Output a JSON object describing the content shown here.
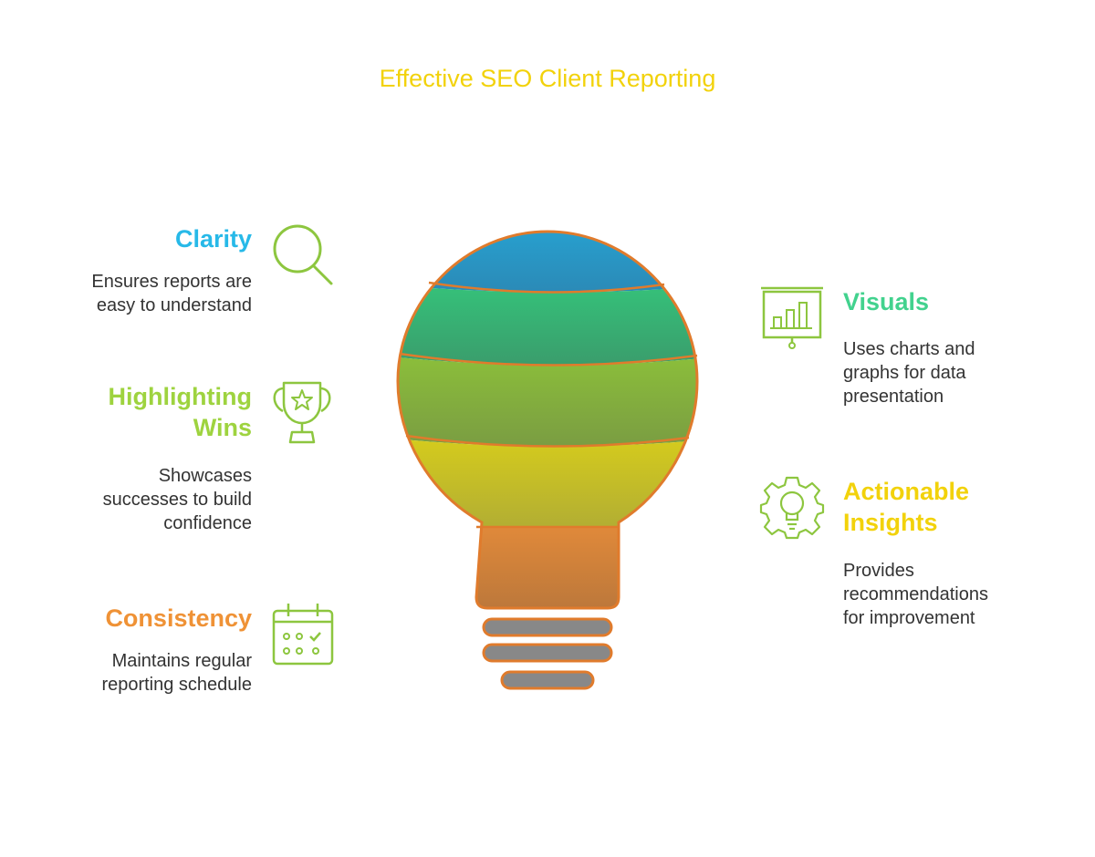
{
  "title": "Effective SEO Client Reporting",
  "colors": {
    "title": "#f2d20b",
    "clarity": "#27b9e8",
    "highlighting": "#9ed33f",
    "consistency": "#ef9236",
    "visuals": "#42d28e",
    "actionable": "#f2d20b",
    "icon_stroke": "#8dc63f",
    "bulb_outline": "#e07b2c",
    "base": "#888888"
  },
  "left_items": [
    {
      "heading": "Clarity",
      "desc_lines": [
        "Ensures reports are",
        "easy to understand"
      ],
      "icon": "magnifier-icon"
    },
    {
      "heading_lines": [
        "Highlighting",
        "Wins"
      ],
      "desc_lines": [
        "Showcases",
        "successes to build",
        "confidence"
      ],
      "icon": "trophy-icon"
    },
    {
      "heading": "Consistency",
      "desc_lines": [
        "Maintains regular",
        "reporting schedule"
      ],
      "icon": "calendar-icon"
    }
  ],
  "right_items": [
    {
      "heading": "Visuals",
      "desc_lines": [
        "Uses charts and",
        "graphs for data",
        "presentation"
      ],
      "icon": "presentation-chart-icon"
    },
    {
      "heading_lines": [
        "Actionable",
        "Insights"
      ],
      "desc_lines": [
        "Provides",
        "recommendations",
        "for improvement"
      ],
      "icon": "gear-bulb-icon"
    }
  ]
}
